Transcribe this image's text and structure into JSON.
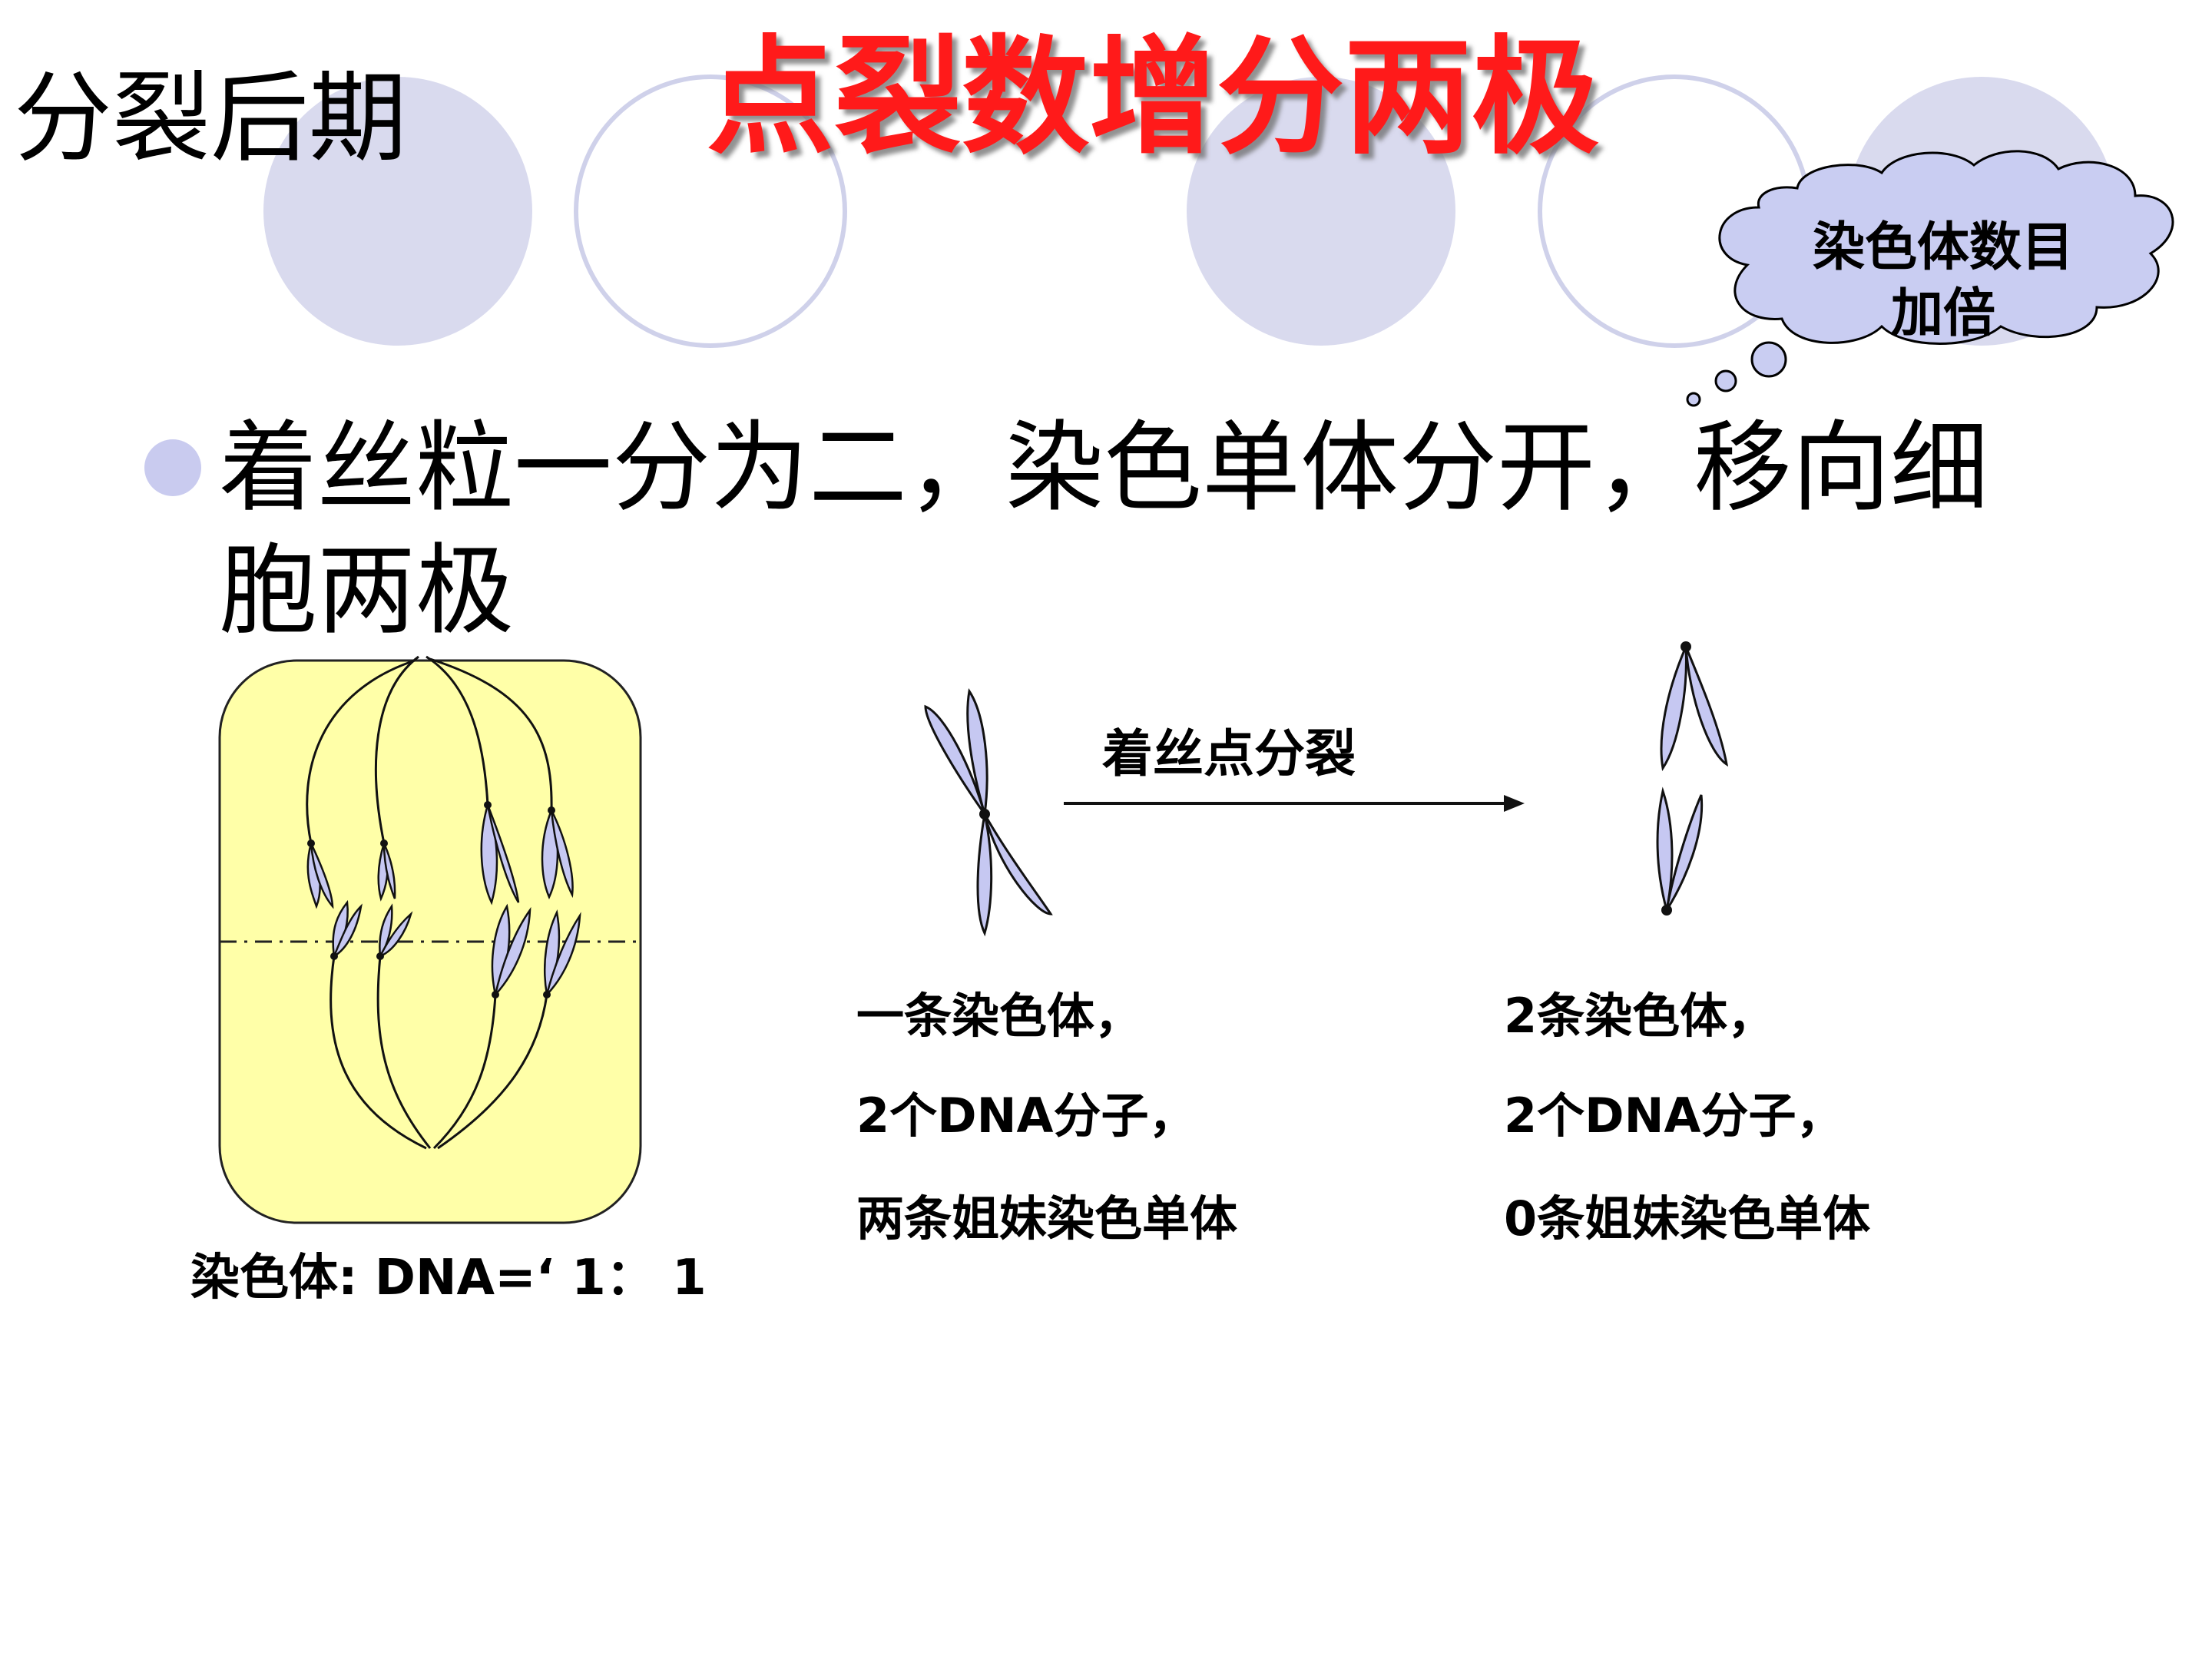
{
  "slide": {
    "subtitle": "分裂后期",
    "title": "点裂数增分两极",
    "bullet": "着丝粒一分为二，染色单体分开，移向细胞两极",
    "cloud_note": "染色体数目加倍"
  },
  "cell_diagram": {
    "ratio_label": "染色体: DNA=‘ 1： 1"
  },
  "division_diagram": {
    "arrow_label": "着丝点分裂",
    "before": {
      "line1": "一条染色体，",
      "line2": "2个DNA分子，",
      "line3": "两条姐妹染色单体"
    },
    "after": {
      "line1": "2条染色体，",
      "line2": "2个DNA分子，",
      "line3": "0条姐妹染色单体"
    }
  },
  "colors": {
    "title_red": "#ff1a1a",
    "circle_fill": "#d9daee",
    "circle_outline": "#cfd1ea",
    "chromatid_fill": "#c6c8f2",
    "cell_fill": "#ffffa8",
    "cloud_fill": "#c9cdf2"
  }
}
